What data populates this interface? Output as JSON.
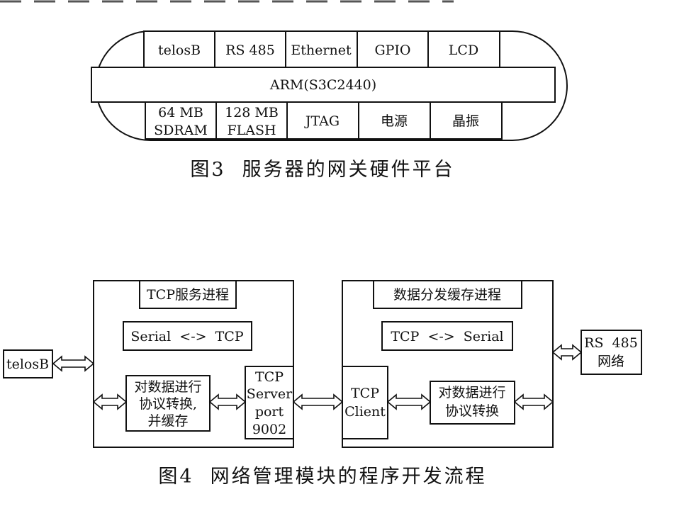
{
  "fig3": {
    "top_blocks": [
      "telosB",
      "RS 485",
      "Ethernet",
      "GPIO",
      "LCD"
    ],
    "cpu": "ARM(S3C2440)",
    "bottom_blocks": [
      [
        "64  MB",
        "SDRAM"
      ],
      [
        "128  MB",
        "FLASH"
      ],
      [
        "JTAG"
      ],
      [
        "电源"
      ],
      [
        "晶振"
      ]
    ],
    "caption": "图3  服务器的网关硬件平台"
  },
  "fig4": {
    "telosb": "telosB",
    "left_process": {
      "title": "TCP服务进程",
      "convert": "Serial  <->  TCP",
      "task": [
        "对数据进行",
        "协议转换,",
        "并缓存"
      ],
      "server": [
        "TCP",
        "Server",
        "port",
        "9002"
      ]
    },
    "right_process": {
      "title": "数据分发缓存进程",
      "convert": "TCP  <->  Serial",
      "client": [
        "TCP",
        "Client"
      ],
      "task": [
        "对数据进行",
        "协议转换"
      ]
    },
    "rs485": [
      "RS  485",
      "网络"
    ],
    "caption": "图4  网络管理模块的程序开发流程"
  }
}
